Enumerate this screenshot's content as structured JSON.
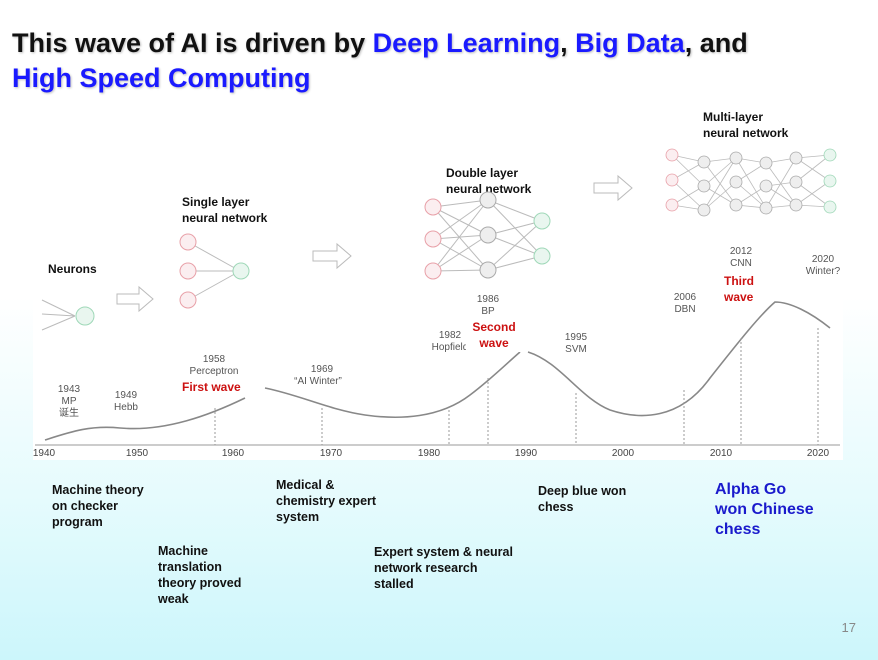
{
  "title": {
    "part1": "This wave of AI is driven by ",
    "hl1": "Deep Learning",
    "sep1": ", ",
    "hl2": "Big Data",
    "part2": ", and",
    "hl3": "High Speed Computing"
  },
  "stages": {
    "neurons": "Neurons",
    "single_1": "Single layer",
    "single_2": "neural network",
    "double_1": "Double layer",
    "double_2": "neural network",
    "multi_1": "Multi-layer",
    "multi_2": "neural network"
  },
  "milestones": {
    "m1943_year": "1943",
    "m1943_a": "MP",
    "m1943_b": "诞生",
    "m1949_year": "1949",
    "m1949_a": "Hebb",
    "m1958_year": "1958",
    "m1958_a": "Perceptron",
    "m1969_year": "1969",
    "m1969_a": "“AI Winter”",
    "m1982_year": "1982",
    "m1982_a": "Hopfield",
    "m1986_year": "1986",
    "m1986_a": "BP",
    "m1995_year": "1995",
    "m1995_a": "SVM",
    "m2006_year": "2006",
    "m2006_a": "DBN",
    "m2012_year": "2012",
    "m2012_a": "CNN",
    "m2020_year": "2020",
    "m2020_a": "Winter?"
  },
  "waves": {
    "first": "First wave",
    "second_1": "Second",
    "second_2": "wave",
    "third_1": "Third",
    "third_2": "wave"
  },
  "axis_ticks": [
    "1940",
    "1950",
    "1960",
    "1970",
    "1980",
    "1990",
    "2000",
    "2010",
    "2020"
  ],
  "events": {
    "checker": [
      "Machine theory",
      "on checker",
      "program"
    ],
    "translation": [
      "Machine",
      "translation",
      "theory proved",
      "weak"
    ],
    "medical": [
      "Medical &",
      "chemistry expert",
      "system"
    ],
    "stalled": [
      "Expert system & neural",
      "network research",
      "stalled"
    ],
    "deepblue": [
      "Deep blue won",
      "chess"
    ],
    "alphago": [
      "Alpha Go",
      "won Chinese",
      "chess"
    ]
  },
  "page_number": "17",
  "colors": {
    "highlight": "#1a1aff",
    "wave_label": "#cc1111",
    "node_red": "#e8a0a8",
    "node_green": "#9fd8b8"
  }
}
